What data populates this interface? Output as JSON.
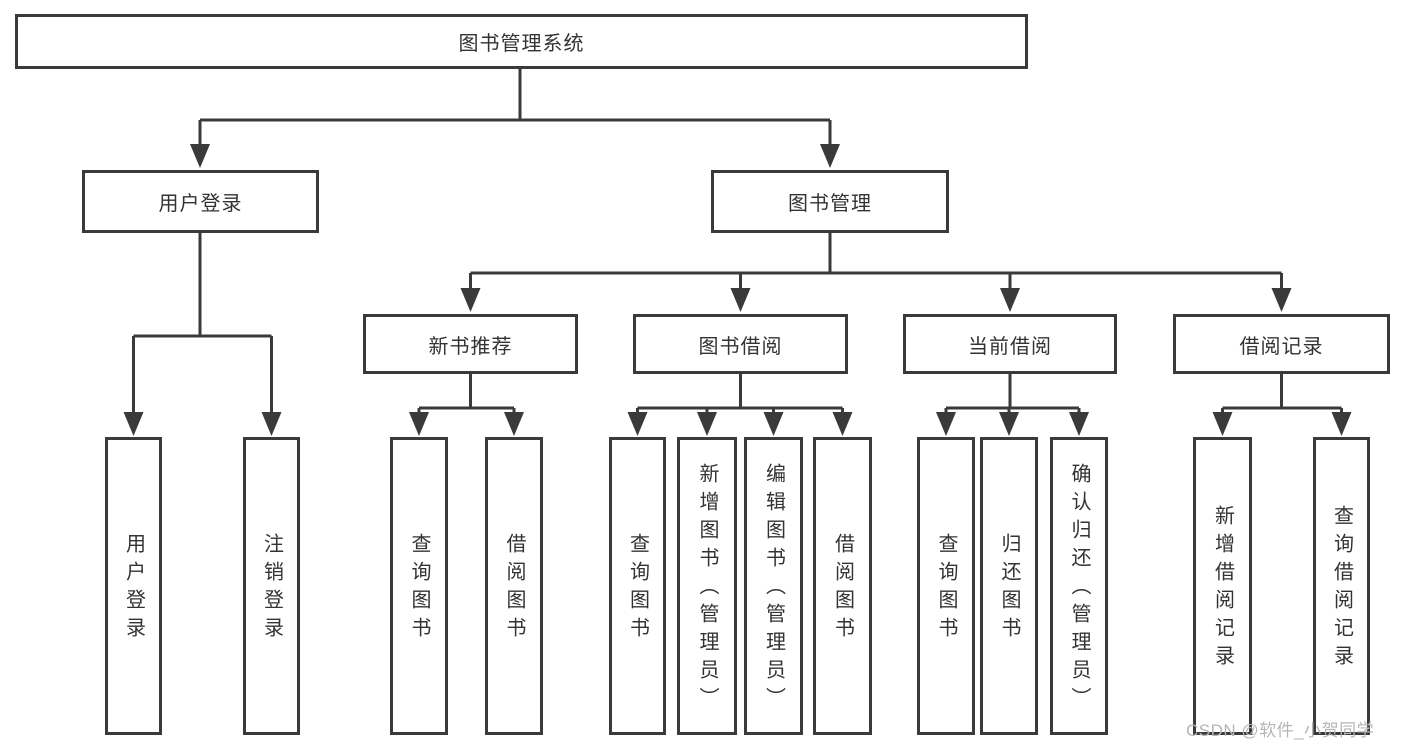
{
  "diagram": {
    "root": {
      "label": "图书管理系统"
    },
    "branches": [
      {
        "label": "用户登录",
        "children": [
          {
            "label": "用户登录"
          },
          {
            "label": "注销登录"
          }
        ]
      },
      {
        "label": "图书管理",
        "children": [
          {
            "label": "新书推荐",
            "children": [
              {
                "label": "查询图书"
              },
              {
                "label": "借阅图书"
              }
            ]
          },
          {
            "label": "图书借阅",
            "children": [
              {
                "label": "查询图书"
              },
              {
                "label": "新增图书（管理员）"
              },
              {
                "label": "编辑图书（管理员）"
              },
              {
                "label": "借阅图书"
              }
            ]
          },
          {
            "label": "当前借阅",
            "children": [
              {
                "label": "查询图书"
              },
              {
                "label": "归还图书"
              },
              {
                "label": "确认归还（管理员）"
              }
            ]
          },
          {
            "label": "借阅记录",
            "children": [
              {
                "label": "新增借阅记录"
              },
              {
                "label": "查询借阅记录"
              }
            ]
          }
        ]
      }
    ]
  },
  "watermark": "CSDN @软件_小贺同学",
  "colors": {
    "line": "#3a3a3a",
    "text": "#333333",
    "watermark": "#b5b5b5",
    "background": "#ffffff"
  }
}
